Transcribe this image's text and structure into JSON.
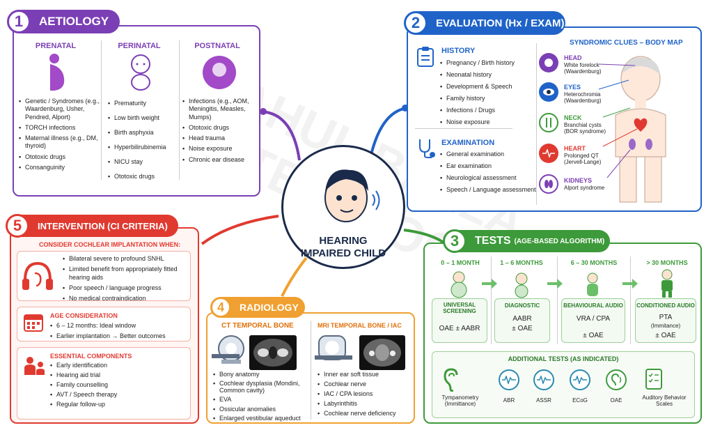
{
  "center": {
    "line1": "HEARING",
    "line2": "IMPAIRED CHILD"
  },
  "watermark": {
    "line1": "DR RAHUL BALLA",
    "line2": "ENT TEXTBOOK"
  },
  "aetiology": {
    "num": "1",
    "title": "AETIOLOGY",
    "prenatal": {
      "title": "PRENATAL",
      "items": [
        "Genetic / Syndromes (e.g., Waardenburg, Usher, Pendred, Alport)",
        "TORCH infections",
        "Maternal illness (e.g., DM, thyroid)",
        "Ototoxic drugs",
        "Consanguinity"
      ]
    },
    "perinatal": {
      "title": "PERINATAL",
      "items": [
        "Prematurity",
        "Low birth weight",
        "Birth asphyxia",
        "Hyperbilirubinemia",
        "NICU stay",
        "Ototoxic drugs"
      ]
    },
    "postnatal": {
      "title": "POSTNATAL",
      "items": [
        "Infections (e.g., AOM, Meningitis, Measles, Mumps)",
        "Ototoxic drugs",
        "Head trauma",
        "Noise exposure",
        "Chronic ear disease"
      ]
    }
  },
  "evaluation": {
    "num": "2",
    "title": "EVALUATION (Hx / EXAM)",
    "history": {
      "title": "HISTORY",
      "items": [
        "Pregnancy / Birth history",
        "Neonatal history",
        "Development & Speech",
        "Family history",
        "Infections / Drugs",
        "Noise exposure"
      ]
    },
    "exam": {
      "title": "EXAMINATION",
      "items": [
        "General examination",
        "Ear examination",
        "Neurological assessment",
        "Speech / Language assessment"
      ]
    },
    "bodymap": {
      "title": "SYNDROMIC CLUES – BODY MAP",
      "clues": [
        {
          "part": "HEAD",
          "finding": "White forelock",
          "syn": "(Waardenburg)"
        },
        {
          "part": "EYES",
          "finding": "Heterochromia",
          "syn": "(Waardenburg)"
        },
        {
          "part": "NECK",
          "finding": "Branchial cysts",
          "syn": "(BOR syndrome)"
        },
        {
          "part": "HEART",
          "finding": "Prolonged QT",
          "syn": "(Jervell-Lange)"
        },
        {
          "part": "KIDNEYS",
          "finding": "Alport syndrome",
          "syn": ""
        }
      ]
    }
  },
  "tests": {
    "num": "3",
    "title": "TESTS",
    "subtitle": "(AGE-BASED ALGORITHM)",
    "stages": [
      {
        "age": "0 – 1 MONTH",
        "name": "UNIVERSAL SCREENING",
        "test": "OAE ± AABR"
      },
      {
        "age": "1 – 6 MONTHS",
        "name": "DIAGNOSTIC",
        "test": "AABR",
        "test2": "± OAE"
      },
      {
        "age": "6 – 30 MONTHS",
        "name": "BEHAVIOURAL AUDIO",
        "test": "VRA / CPA",
        "test2": "± OAE"
      },
      {
        "age": "> 30 MONTHS",
        "name": "CONDITIONED AUDIO",
        "test": "PTA",
        "test2": "(Immitance)",
        "test3": "± OAE"
      }
    ],
    "additional": {
      "title": "ADDITIONAL TESTS (AS INDICATED)",
      "items": [
        "Tympanometry (Immittance)",
        "ABR",
        "ASSR",
        "ECoG",
        "OAE",
        "Auditory Behavior Scales"
      ]
    }
  },
  "radiology": {
    "num": "4",
    "title": "RADIOLOGY",
    "ct": {
      "title": "CT TEMPORAL BONE",
      "items": [
        "Bony anatomy",
        "Cochlear dysplasia (Mondini, Common cavity)",
        "EVA",
        "Ossicular anomalies",
        "Enlarged vestibular aqueduct"
      ]
    },
    "mri": {
      "title": "MRI TEMPORAL BONE / IAC",
      "items": [
        "Inner ear soft tissue",
        "Cochlear nerve",
        "IAC / CPA lesions",
        "Labyrinthitis",
        "Cochlear nerve deficiency"
      ]
    }
  },
  "intervention": {
    "num": "5",
    "title": "INTERVENTION (CI CRITERIA)",
    "when": {
      "title": "CONSIDER COCHLEAR IMPLANTATION WHEN:",
      "items": [
        "Bilateral severe to profound SNHL",
        "Limited benefit from appropriately fitted hearing aids",
        "Poor speech / language progress",
        "No medical contraindication"
      ]
    },
    "age": {
      "title": "AGE CONSIDERATION",
      "items": [
        "6 – 12 months: Ideal window",
        "Earlier implantation → Better outcomes"
      ]
    },
    "components": {
      "title": "ESSENTIAL COMPONENTS",
      "items": [
        "Early identification",
        "Hearing aid trial",
        "Family counselling",
        "AVT / Speech therapy",
        "Regular follow-up"
      ]
    }
  },
  "colors": {
    "purple": "#7b3fb5",
    "blue": "#1f63c8",
    "green": "#3d9a3a",
    "orange": "#f0a030",
    "red": "#e03a30"
  }
}
